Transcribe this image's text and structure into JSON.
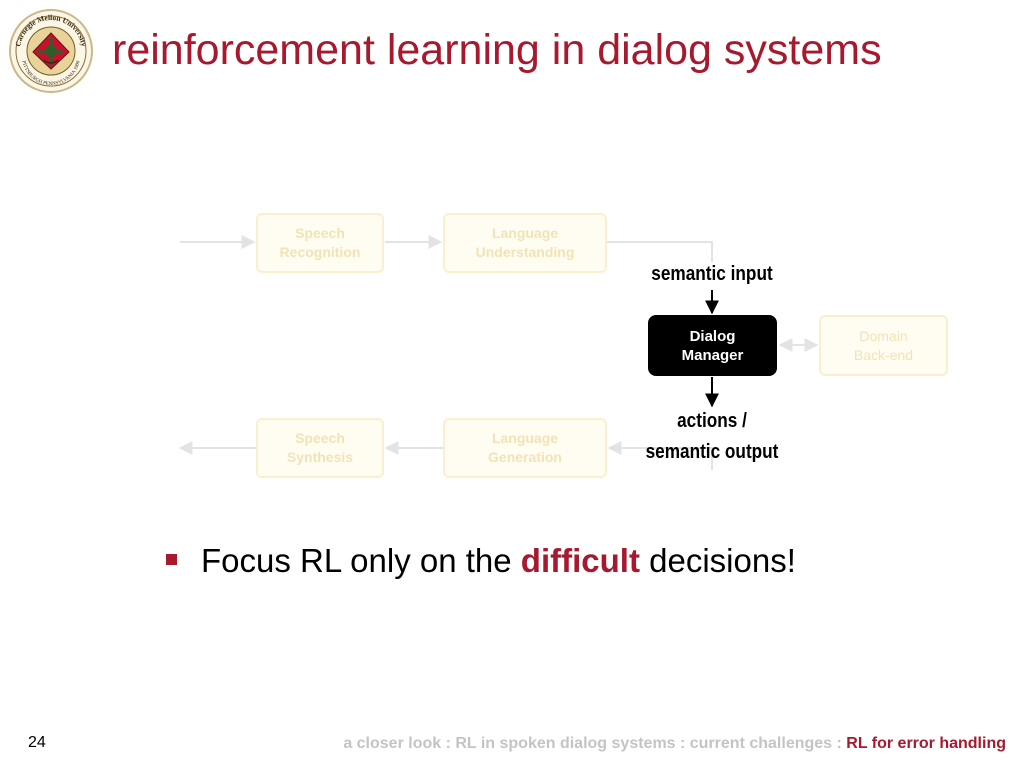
{
  "slide": {
    "title": "reinforcement learning in dialog systems",
    "page_number": "24",
    "logo_text": {
      "top": "Carnegie Mellon University",
      "bottom": "PITTSBURGH PENNSYLVANIA 1900"
    }
  },
  "diagram": {
    "boxes": {
      "speech_recognition": "Speech Recognition",
      "language_understanding": "Language Understanding",
      "dialog_manager": "Dialog Manager",
      "domain_backend": "Domain Back-end",
      "speech_synthesis": "Speech Synthesis",
      "language_generation": "Language Generation"
    },
    "labels": {
      "semantic_input": "semantic input",
      "actions_line1": "actions /",
      "actions_line2": "semantic output"
    }
  },
  "bullet": {
    "prefix": "Focus RL only on the ",
    "emphasis": "difficult",
    "suffix": " decisions!"
  },
  "footer": {
    "breadcrumb": "a closer look : RL in spoken dialog systems : current challenges : ",
    "current": "RL for error handling"
  },
  "colors": {
    "accent": "#a6192e",
    "faded_box_fill": "#fffdf2",
    "faded_box_border": "#faf0cf",
    "faded_text": "#f2e3b6",
    "dialog_manager_fill": "#000000"
  }
}
